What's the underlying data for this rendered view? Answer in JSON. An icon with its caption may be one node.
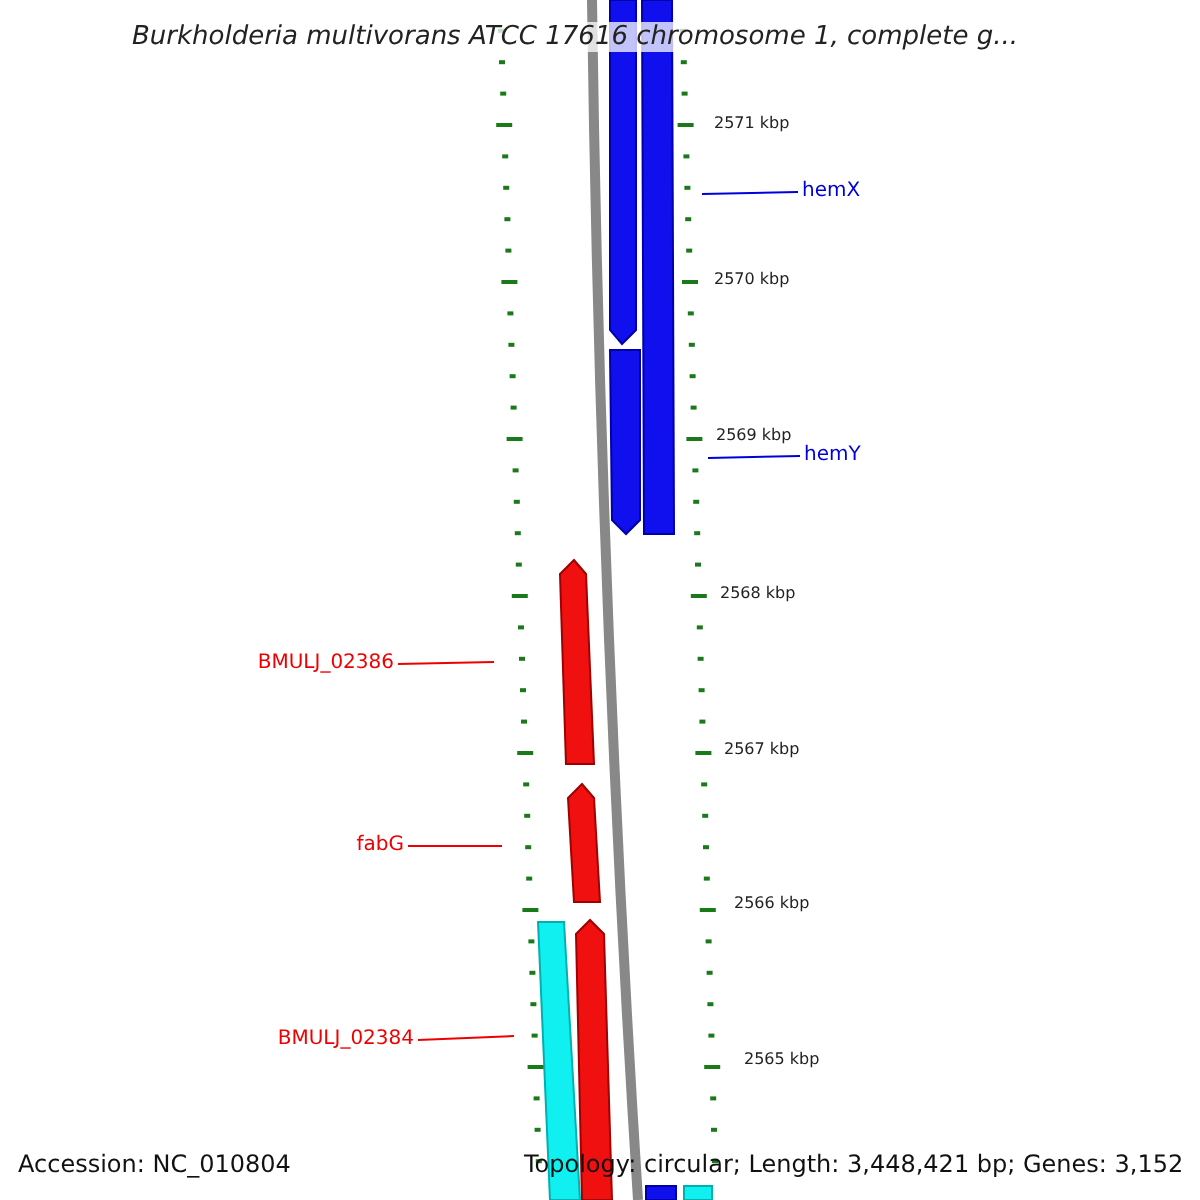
{
  "diagram": {
    "title": "Burkholderia multivorans ATCC 17616 chromosome 1, complete g...",
    "nodes": [
      {
        "text": [
          "hemX"
        ]
      },
      {
        "text": [
          "hemY"
        ]
      },
      {
        "text": [
          "BMULJ_02386"
        ]
      },
      {
        "text": [
          "fabG"
        ]
      },
      {
        "text": [
          "BMULJ_02384"
        ]
      }
    ],
    "edges": [
      {
        "from": 0,
        "to": null,
        "arrow": "none",
        "color": "#0000dd"
      },
      {
        "from": 1,
        "to": null,
        "arrow": "none",
        "color": "#0000dd"
      },
      {
        "from": 2,
        "to": null,
        "arrow": "none"
      },
      {
        "from": 3,
        "to": null,
        "arrow": "none"
      },
      {
        "from": 4,
        "to": null,
        "arrow": "none"
      }
    ],
    "labels": [
      "2571 kbp",
      "2570 kbp",
      "2569 kbp",
      "2568 kbp",
      "2567 kbp",
      "2566 kbp",
      "2565 kbp",
      "Accession: NC_010804",
      "Topology: circular; Length: 3,448,421 bp; Genes: 3,152"
    ]
  }
}
